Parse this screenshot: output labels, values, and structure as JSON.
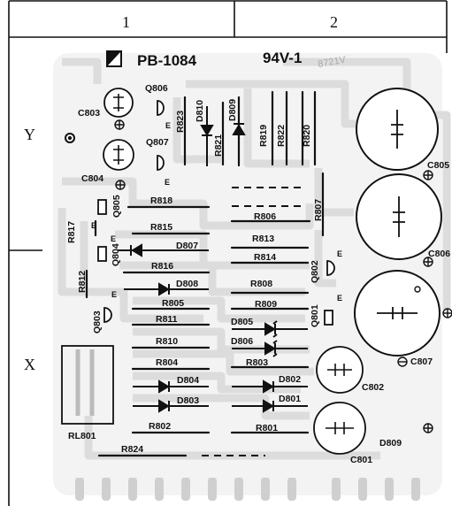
{
  "grid": {
    "columns": [
      "1",
      "2"
    ],
    "rows": [
      "Y",
      "X"
    ]
  },
  "board": {
    "number": "PB-1084",
    "rating": "94V-1",
    "mirror_code": "8721V"
  },
  "pin_label": "E",
  "resistors": {
    "R823": "R823",
    "R821": "R821",
    "R819": "R819",
    "R822": "R822",
    "R820": "R820",
    "R818": "R818",
    "R806": "R806",
    "R807": "R807",
    "R817": "R817",
    "R815": "R815",
    "R813": "R813",
    "R816": "R816",
    "R814": "R814",
    "R812": "R812",
    "R808": "R808",
    "R805": "R805",
    "R809": "R809",
    "R811": "R811",
    "R810": "R810",
    "R804": "R804",
    "R803": "R803",
    "R802": "R802",
    "R801": "R801",
    "R824": "R824"
  },
  "diodes": {
    "D810": "D810",
    "D809_top": "D809",
    "D807": "D807",
    "D808": "D808",
    "D805": "D805",
    "D806": "D806",
    "D804": "D804",
    "D803": "D803",
    "D802": "D802",
    "D801": "D801",
    "D809_bottom": "D809"
  },
  "transistors": {
    "Q806": "Q806",
    "Q807": "Q807",
    "Q805": "Q805",
    "Q804": "Q804",
    "Q803": "Q803",
    "Q802": "Q802",
    "Q801": "Q801"
  },
  "capacitors": {
    "C803": "C803",
    "C804": "C804",
    "C805": "C805",
    "C806": "C806",
    "C807": "C807",
    "C802": "C802",
    "C801": "C801"
  },
  "relay": {
    "RL801": "RL801"
  }
}
